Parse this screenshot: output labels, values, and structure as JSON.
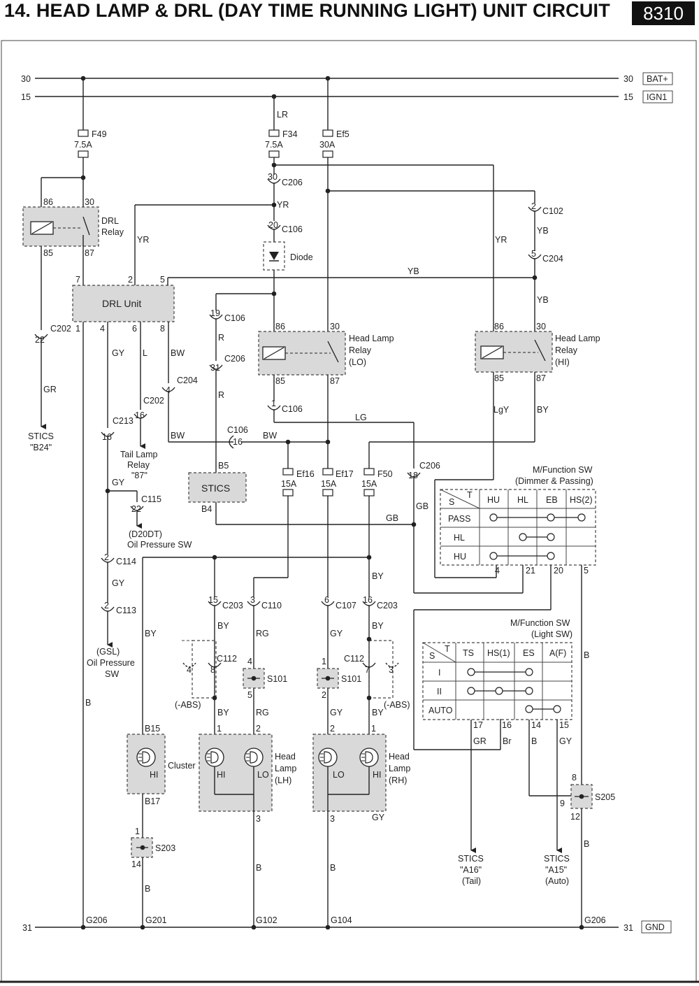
{
  "header": {
    "title": "14. HEAD LAMP & DRL (DAY TIME RUNNING LIGHT) UNIT CIRCUIT",
    "code": "8310"
  },
  "rails": {
    "b30": "30",
    "b15": "15",
    "b31": "31",
    "bat": "BAT+",
    "ign": "IGN1",
    "gnd": "GND"
  },
  "fuses": {
    "f49": "F49",
    "f49a": "7.5A",
    "f34": "F34",
    "f34a": "7.5A",
    "ef5": "Ef5",
    "ef5a": "30A",
    "ef16": "Ef16",
    "ef16a": "15A",
    "ef17": "Ef17",
    "ef17a": "15A",
    "f50": "F50",
    "f50a": "15A"
  },
  "connectors": {
    "c206": "C206",
    "c106": "C106",
    "c102": "C102",
    "c204": "C204",
    "c202": "C202",
    "c213": "C213",
    "c115": "C115",
    "c114": "C114",
    "c113": "C113",
    "c203": "C203",
    "c110": "C110",
    "c107": "C107",
    "c112": "C112",
    "s101": "S101",
    "s203": "S203",
    "s205": "S205"
  },
  "pins": {
    "p30": "30",
    "p20": "20",
    "p2": "2",
    "p5": "5",
    "p19": "19",
    "p31": "31",
    "p22": "22",
    "p4": "4",
    "p16": "16",
    "p1": "1",
    "p18": "18",
    "p15": "15",
    "p3": "3",
    "p6": "6",
    "p8": "8",
    "p7": "7",
    "p86": "86",
    "p85": "85",
    "p87": "87",
    "p9": "9",
    "p12": "12",
    "p14": "14",
    "p17": "17",
    "p20b": "20",
    "p21": "21"
  },
  "wires": {
    "lr": "LR",
    "yr": "YR",
    "yb": "YB",
    "gr": "GR",
    "gy": "GY",
    "l": "L",
    "bw": "BW",
    "r": "R",
    "lg": "LG",
    "lgy": "LgY",
    "by": "BY",
    "gb": "GB",
    "b": "B",
    "rg": "RG",
    "br": "Br"
  },
  "components": {
    "drl_relay": "DRL",
    "drl_relay2": "Relay",
    "drl_unit": "DRL Unit",
    "diode": "Diode",
    "hl_relay_lo": [
      "Head Lamp",
      "Relay",
      "(LO)"
    ],
    "hl_relay_hi": [
      "Head Lamp",
      "Relay",
      "(HI)"
    ],
    "stics": "STICS",
    "b5": "B5",
    "b4": "B4",
    "b15": "B15",
    "b17": "B17",
    "cluster": "Cluster",
    "hi": "HI",
    "lo": "LO",
    "hl_lh": [
      "Head",
      "Lamp",
      "(LH)"
    ],
    "hl_rh": [
      "Head",
      "Lamp",
      "(RH)"
    ],
    "abs": "(-ABS)"
  },
  "refs": {
    "stics_b24": [
      "STICS",
      "\"B24\""
    ],
    "tail_relay": [
      "Tail Lamp",
      "Relay",
      "\"87\""
    ],
    "oil_d20dt": [
      "(D20DT)",
      "Oil Pressure SW"
    ],
    "oil_gsl": [
      "(GSL)",
      "Oil Pressure",
      "SW"
    ],
    "stics_a16": [
      "STICS",
      "\"A16\"",
      "(Tail)"
    ],
    "stics_a15": [
      "STICS",
      "\"A15\"",
      "(Auto)"
    ]
  },
  "grounds": {
    "g206": "G206",
    "g201": "G201",
    "g102": "G102",
    "g104": "G104"
  },
  "mfsw_dimmer": {
    "title": [
      "M/Function SW",
      "(Dimmer & Passing)"
    ],
    "corner_s": "S",
    "corner_t": "T",
    "cols": [
      "HU",
      "HL",
      "EB",
      "HS(2)"
    ],
    "rows": [
      "PASS",
      "HL",
      "HU"
    ]
  },
  "mfsw_light": {
    "title": [
      "M/Function SW",
      "(Light SW)"
    ],
    "corner_s": "S",
    "corner_t": "T",
    "cols": [
      "TS",
      "HS(1)",
      "ES",
      "A(F)"
    ],
    "rows": [
      "I",
      "II",
      "AUTO"
    ]
  }
}
